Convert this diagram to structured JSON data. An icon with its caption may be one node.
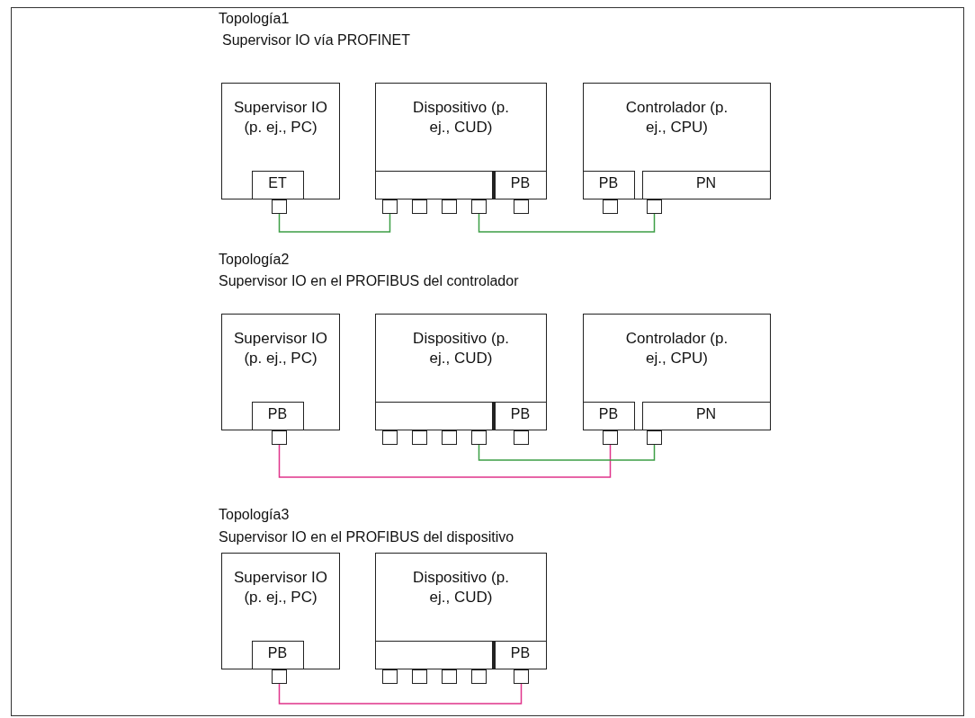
{
  "diagram": {
    "nodes": [
      {
        "text": [
          "Supervisor IO (p. ej., PC)"
        ]
      },
      {
        "text": [
          "ET"
        ],
        "in": 0
      },
      {
        "text": [
          "Dispositivo (p. ej., CUD)"
        ]
      },
      {
        "text": [],
        "shape": "box",
        "in": 2
      },
      {
        "text": [
          "PB"
        ],
        "in": 2
      },
      {
        "text": [
          "Controlador (p. ej., CPU)"
        ]
      },
      {
        "text": [
          "PB"
        ],
        "in": 5
      },
      {
        "text": [
          "PN"
        ],
        "in": 5
      },
      {
        "text": [],
        "shape": "box"
      },
      {
        "text": [],
        "shape": "box"
      },
      {
        "text": [],
        "shape": "box"
      },
      {
        "text": [],
        "shape": "box"
      },
      {
        "text": [],
        "shape": "box"
      },
      {
        "text": [],
        "shape": "box"
      },
      {
        "text": [],
        "shape": "box"
      },
      {
        "text": [],
        "shape": "box"
      },
      {
        "text": [
          "Supervisor IO (p. ej., PC)"
        ]
      },
      {
        "text": [
          "PB"
        ],
        "in": 16
      },
      {
        "text": [
          "Dispositivo (p. ej., CUD)"
        ]
      },
      {
        "text": [],
        "shape": "box",
        "in": 18
      },
      {
        "text": [
          "PB"
        ],
        "in": 18
      },
      {
        "text": [
          "Controlador (p. ej., CPU)"
        ]
      },
      {
        "text": [
          "PB"
        ],
        "in": 21
      },
      {
        "text": [
          "PN"
        ],
        "in": 21
      },
      {
        "text": [],
        "shape": "box"
      },
      {
        "text": [],
        "shape": "box"
      },
      {
        "text": [],
        "shape": "box"
      },
      {
        "text": [],
        "shape": "box"
      },
      {
        "text": [],
        "shape": "box"
      },
      {
        "text": [],
        "shape": "box"
      },
      {
        "text": [],
        "shape": "box"
      },
      {
        "text": [],
        "shape": "box"
      },
      {
        "text": [
          "Supervisor IO (p. ej., PC)"
        ]
      },
      {
        "text": [
          "PB"
        ],
        "in": 32
      },
      {
        "text": [
          "Dispositivo (p. ej., CUD)"
        ]
      },
      {
        "text": [],
        "shape": "box",
        "in": 34
      },
      {
        "text": [
          "PB"
        ],
        "in": 34
      },
      {
        "text": [],
        "shape": "box"
      },
      {
        "text": [],
        "shape": "box"
      },
      {
        "text": [],
        "shape": "box"
      },
      {
        "text": [],
        "shape": "box"
      },
      {
        "text": [],
        "shape": "box"
      },
      {
        "text": [],
        "shape": "box"
      }
    ],
    "edges": [
      {
        "from": 8,
        "to": 9,
        "arrow": "none"
      },
      {
        "from": 12,
        "to": 15,
        "arrow": "none"
      },
      {
        "from": 24,
        "to": 30,
        "arrow": "none",
        "color": "#e0338a"
      },
      {
        "from": 28,
        "to": 31,
        "arrow": "none"
      },
      {
        "from": 37,
        "to": 42,
        "arrow": "none",
        "color": "#e0338a"
      }
    ],
    "labels": [
      "Topología1",
      "Supervisor IO vía PROFINET",
      "Topología2",
      "Supervisor IO en el PROFIBUS del controlador",
      "Topología3",
      "Supervisor IO en el PROFIBUS del dispositivo"
    ]
  }
}
